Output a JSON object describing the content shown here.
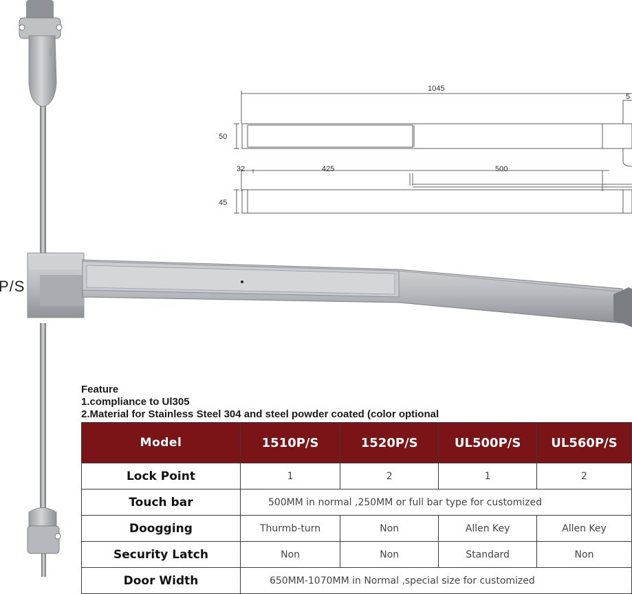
{
  "side_label": "P/S",
  "drawing": {
    "dimensions": {
      "overall_length": "1045",
      "end_offset": "5",
      "height_top": "50",
      "height_bottom": "45",
      "left_segment": "32",
      "mid_segment": "425",
      "touch_segment": "500"
    }
  },
  "feature": {
    "heading": "Feature",
    "lines": [
      "1.compliance to Ul305",
      "2.Material for Stainless Steel 304 and  steel powder coated (color optional"
    ]
  },
  "table": {
    "headers": [
      "Model",
      "1510P/S",
      "1520P/S",
      "UL500P/S",
      "UL560P/S"
    ],
    "rows": {
      "lock_point": {
        "label": "Lock Point",
        "values": [
          "1",
          "2",
          "1",
          "2"
        ]
      },
      "touch_bar": {
        "label": "Touch bar",
        "value": "500MM in normal ,250MM or full bar  type  for  customized"
      },
      "doogging": {
        "label": "Doogging",
        "values": [
          "Thurmb-turn",
          "Non",
          "Allen Key",
          "Allen Key"
        ]
      },
      "security_latch": {
        "label": "Security Latch",
        "values": [
          "Non",
          "Non",
          "Standard",
          "Non"
        ]
      },
      "door_width": {
        "label": "Door Width",
        "value": "650MM-1070MM in Normal ,special size for customized"
      }
    }
  },
  "colors": {
    "header_bg": "#7a1416",
    "bar_metal": "#c9ccd0"
  }
}
